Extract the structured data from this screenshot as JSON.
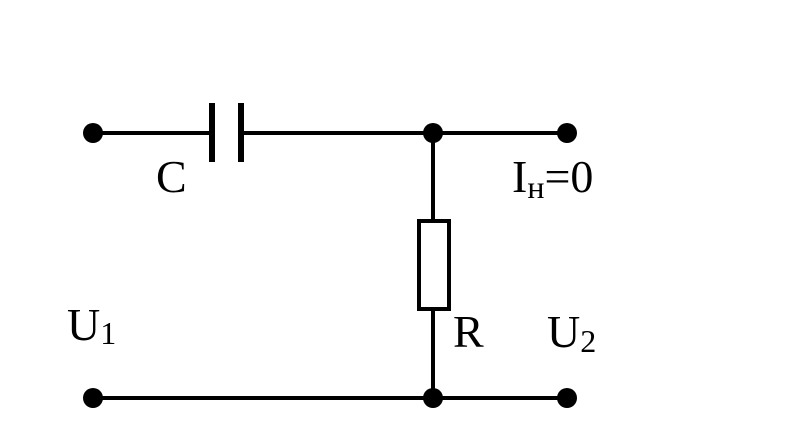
{
  "labels": {
    "capacitor": "C",
    "resistor": "R",
    "input_voltage": {
      "main": "U",
      "sub": "1"
    },
    "output_voltage": {
      "main": "U",
      "sub": "2"
    },
    "load_current": {
      "main": "I",
      "sub": "н",
      "rest": "=0"
    }
  },
  "colors": {
    "line": "#000000",
    "background": "#ffffff"
  }
}
